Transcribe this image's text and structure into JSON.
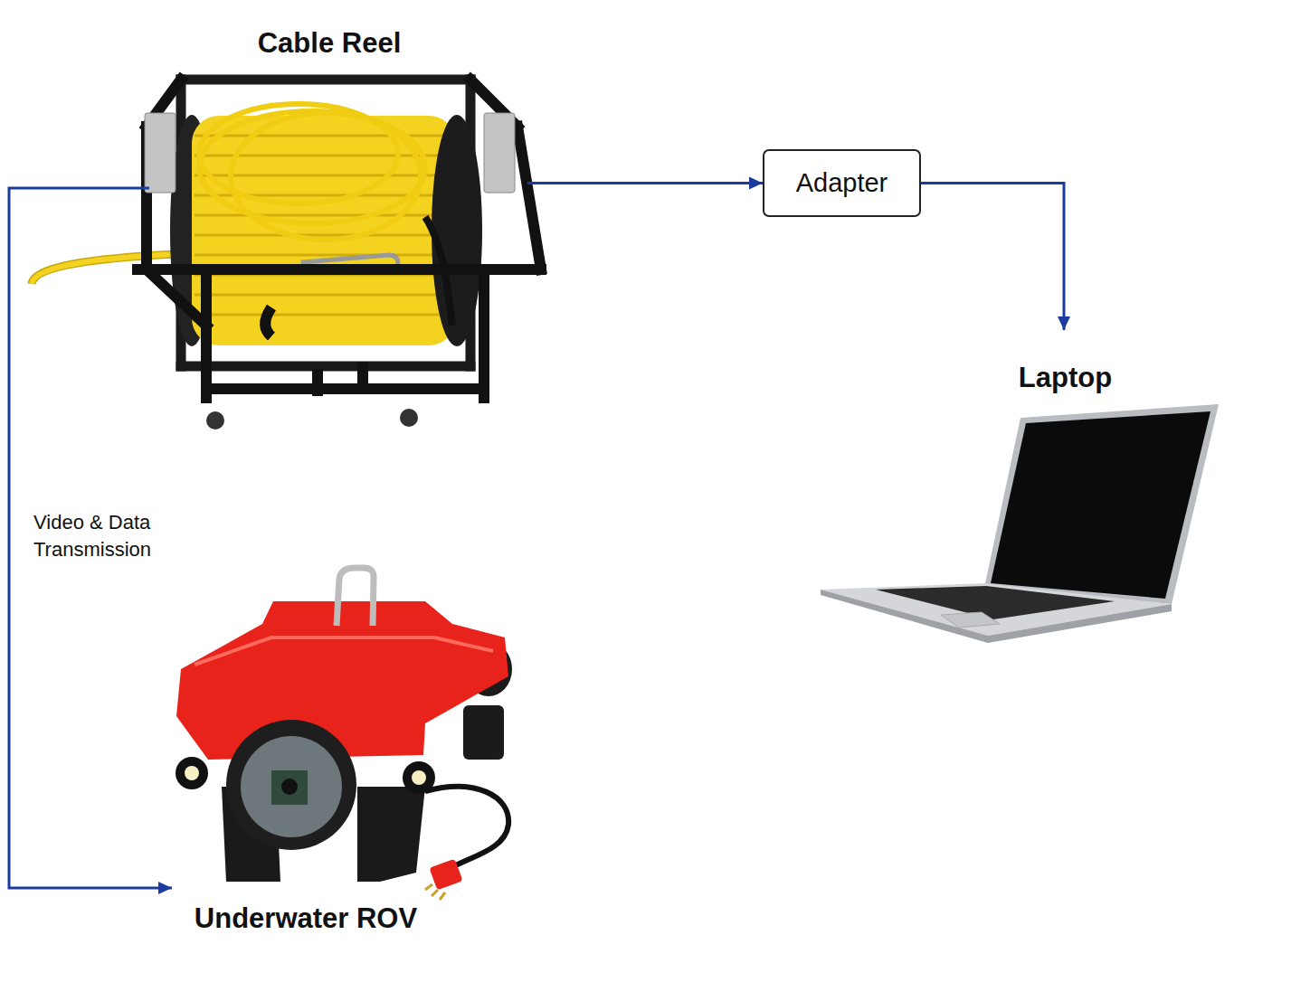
{
  "diagram": {
    "nodes": [
      {
        "text": [
          "Cable Reel"
        ]
      },
      {
        "text": [
          "Adapter"
        ]
      },
      {
        "text": [
          "Laptop"
        ]
      },
      {
        "text": [
          "Underwater ROV"
        ]
      }
    ],
    "edges": [
      {
        "from": 0,
        "to": 1,
        "arrow": "to"
      },
      {
        "from": 1,
        "to": 2,
        "arrow": "to"
      },
      {
        "from": 0,
        "to": 3,
        "arrow": "to",
        "label": "Video & Data Transmission"
      }
    ]
  }
}
